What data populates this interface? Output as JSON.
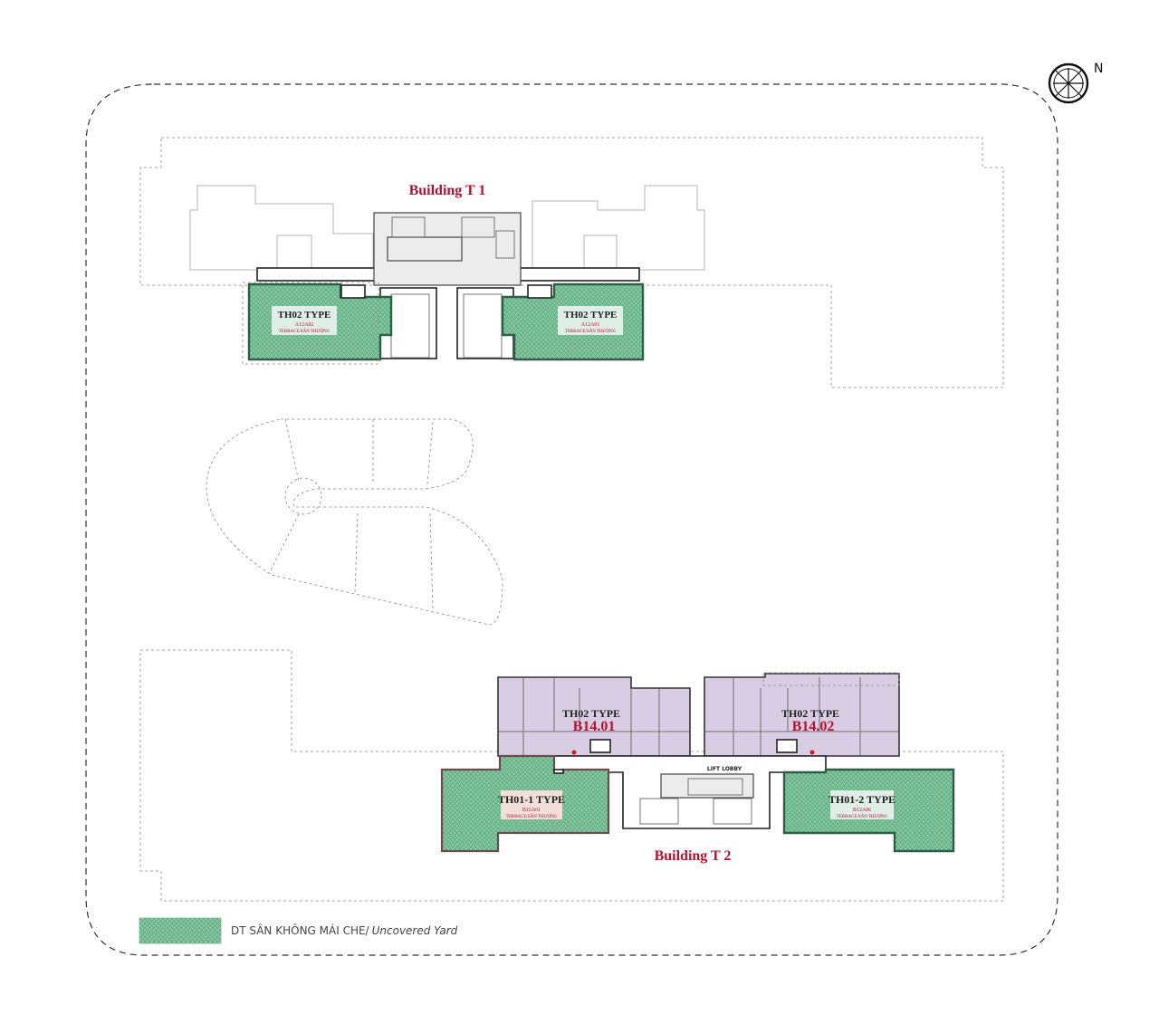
{
  "compass": {
    "label": "N",
    "icon": "compass-icon"
  },
  "buildings": {
    "t1": {
      "title": "Building T 1"
    },
    "t2": {
      "title": "Building T 2",
      "lobby": "LIFT LOBBY"
    }
  },
  "units": {
    "t1_left": {
      "type": "TH02 TYPE",
      "code": "A12A02",
      "sub": "TERRACE/SÂN THƯỢNG"
    },
    "t1_right": {
      "type": "TH02 TYPE",
      "code": "A12A01",
      "sub": "TERRACE/SÂN THƯỢNG"
    },
    "t2_left_top": {
      "type": "TH02 TYPE",
      "code": "B14.01"
    },
    "t2_right_top": {
      "type": "TH02 TYPE",
      "code": "B14.02"
    },
    "t2_left_bottom": {
      "type": "TH01-1 TYPE",
      "code": "B12A01",
      "sub": "TERRACE/SÂN THƯỢNG"
    },
    "t2_right_bottom": {
      "type": "TH01-2 TYPE",
      "code": "B12A06",
      "sub": "TERRACE/SÂN THƯỢNG"
    }
  },
  "legend": {
    "label": "DT SÂN KHÔNG MÁI CHE/",
    "label_italic": "Uncovered Yard"
  },
  "colors": {
    "title_red": "#b5122f",
    "green_fill": "#7fc39a",
    "purple_fill": "#d9cde4",
    "pink_fill": "#e8c2b8"
  }
}
